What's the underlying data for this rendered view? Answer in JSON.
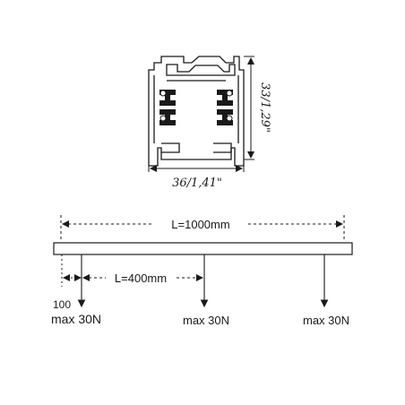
{
  "profile": {
    "width_label": "36/1,41\"",
    "height_label": "33/1,29\""
  },
  "track": {
    "length_label": "L=1000mm",
    "spacing_label": "L=400mm",
    "offset_label": "100"
  },
  "loads": [
    {
      "label": "max 30N"
    },
    {
      "label": "max 30N"
    },
    {
      "label": "max 30N"
    }
  ],
  "colors": {
    "line": "#1a1a1a",
    "profile_fill": "#ffffff"
  }
}
